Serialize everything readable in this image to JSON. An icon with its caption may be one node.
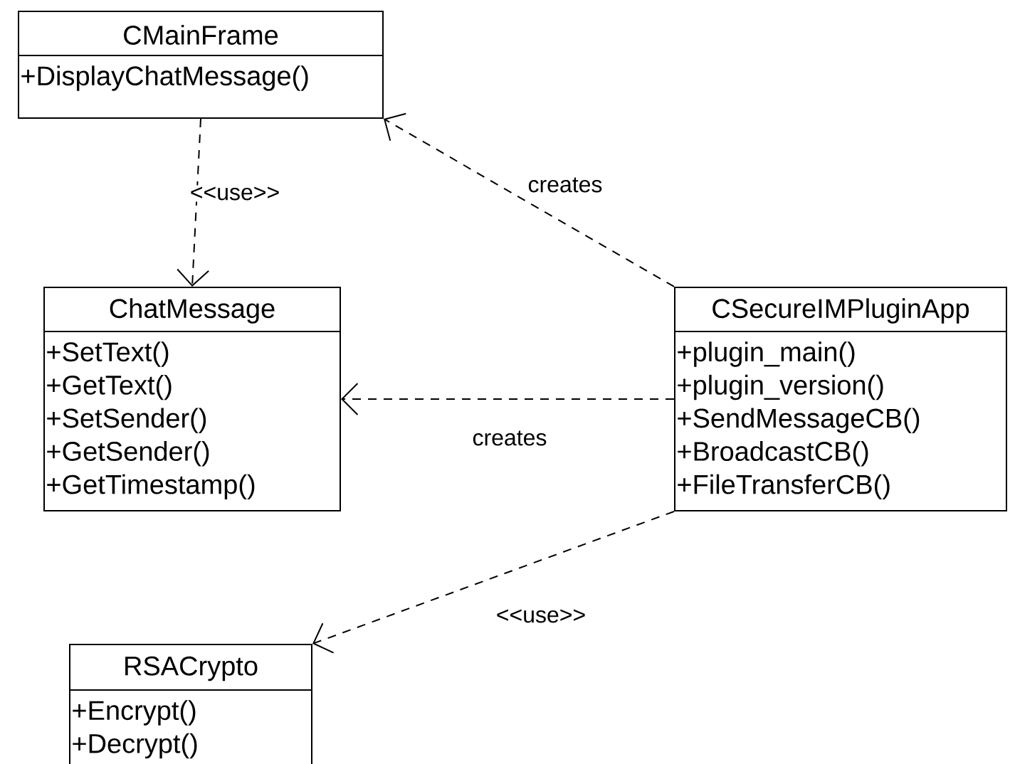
{
  "diagram": {
    "nodes": [
      {
        "text": [
          "CMainFrame",
          "+DisplayChatMessage()"
        ]
      },
      {
        "text": [
          "ChatMessage",
          "+SetText()",
          "+GetText()",
          "+SetSender()",
          "+GetSender()",
          "+GetTimestamp()"
        ]
      },
      {
        "text": [
          "CSecureIMPluginApp",
          "+plugin_main()",
          "+plugin_version()",
          "+SendMessageCB()",
          "+BroadcastCB()",
          "+FileTransferCB()"
        ]
      },
      {
        "text": [
          "RSACrypto",
          "+Encrypt()",
          "+Decrypt()"
        ]
      }
    ],
    "edges": [
      {
        "from": 0,
        "to": 1,
        "arrow": "to",
        "label": "<<use>>",
        "style": "dashed"
      },
      {
        "from": 2,
        "to": 0,
        "arrow": "to",
        "label": "creates",
        "style": "dashed"
      },
      {
        "from": 2,
        "to": 1,
        "arrow": "to",
        "label": "creates",
        "style": "dashed"
      },
      {
        "from": 2,
        "to": 3,
        "arrow": "to",
        "label": "<<use>>",
        "style": "dashed"
      }
    ]
  }
}
